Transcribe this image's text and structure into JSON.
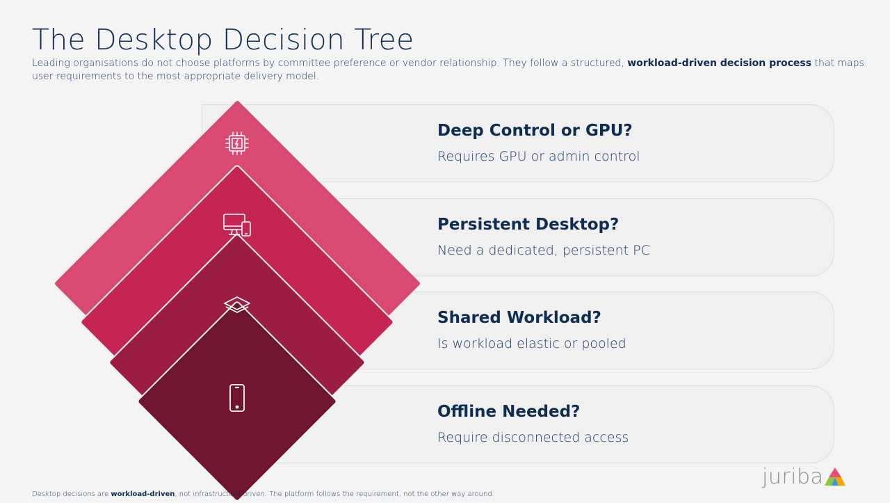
{
  "title": "The Desktop Decision Tree",
  "subtitle": {
    "pre": "Leading organisations do not choose platforms by committee preference or vendor relationship. They follow a structured, ",
    "bold": "workload-driven decision process",
    "post": " that maps user requirements to the most appropriate delivery model."
  },
  "rows": [
    {
      "question": "Deep Control or GPU?",
      "description": "Requires GPU or admin control",
      "icon": "cpu-chip-icon",
      "color": "#d94a72"
    },
    {
      "question": "Persistent Desktop?",
      "description": "Need a dedicated, persistent PC",
      "icon": "desktop-devices-icon",
      "color": "#c52553"
    },
    {
      "question": "Shared Workload?",
      "description": "Is workload elastic or pooled",
      "icon": "layers-icon",
      "color": "#9b1e42"
    },
    {
      "question": "Offline Needed?",
      "description": "Require disconnected access",
      "icon": "mobile-phone-icon",
      "color": "#6f1530"
    }
  ],
  "footer": {
    "pre": "Desktop decisions are ",
    "bold": "workload-driven",
    "post": ", not infrastructure-driven. The platform follows the requirement, not the other way around."
  },
  "brand": {
    "name": "juriba",
    "logo_colors": [
      "#e94e77",
      "#8dc63f",
      "#f7a600",
      "#2e9bd6"
    ]
  }
}
